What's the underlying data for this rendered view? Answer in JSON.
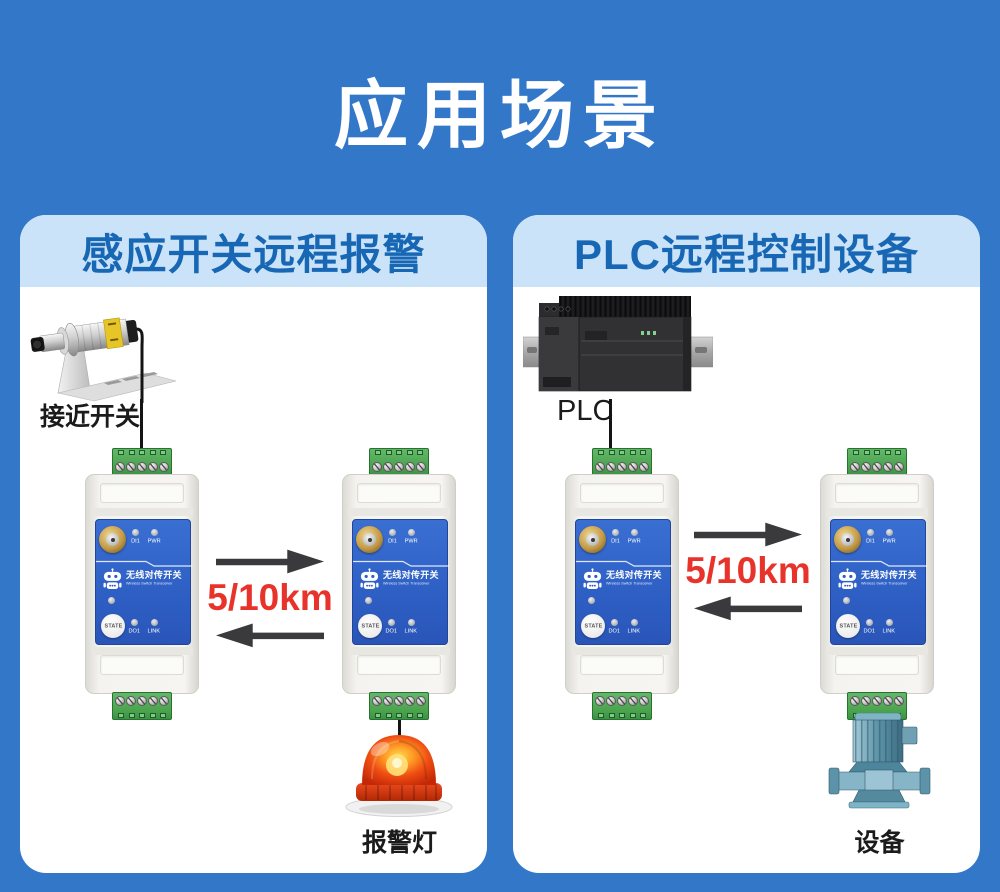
{
  "title": "应用场景",
  "panels": {
    "alarm": {
      "title": "感应开关远程报警",
      "source_label": "接近开关",
      "target_label": "报警灯",
      "distance": "5/10km"
    },
    "plc": {
      "title": "PLC远程控制设备",
      "source_label": "PLC",
      "target_label": "设备",
      "distance": "5/10km"
    }
  },
  "module": {
    "name_cn": "无线对传开关",
    "name_en": "Wireless Switch Transceiver",
    "led_di1": "DI1",
    "led_pwr": "PWR",
    "led_do1": "DO1",
    "led_link": "LINK",
    "button": "STATE"
  },
  "colors": {
    "background": "#3377c9",
    "panel_header_bg": "#cbe3f8",
    "panel_header_text": "#1767b5",
    "distance_text": "#e8332b",
    "arrow": "#3a3a3c",
    "module_front": "#2e5fc4",
    "terminal_green": "#4aa34c",
    "cable": "#141414",
    "label_text": "#1b1b1b"
  }
}
